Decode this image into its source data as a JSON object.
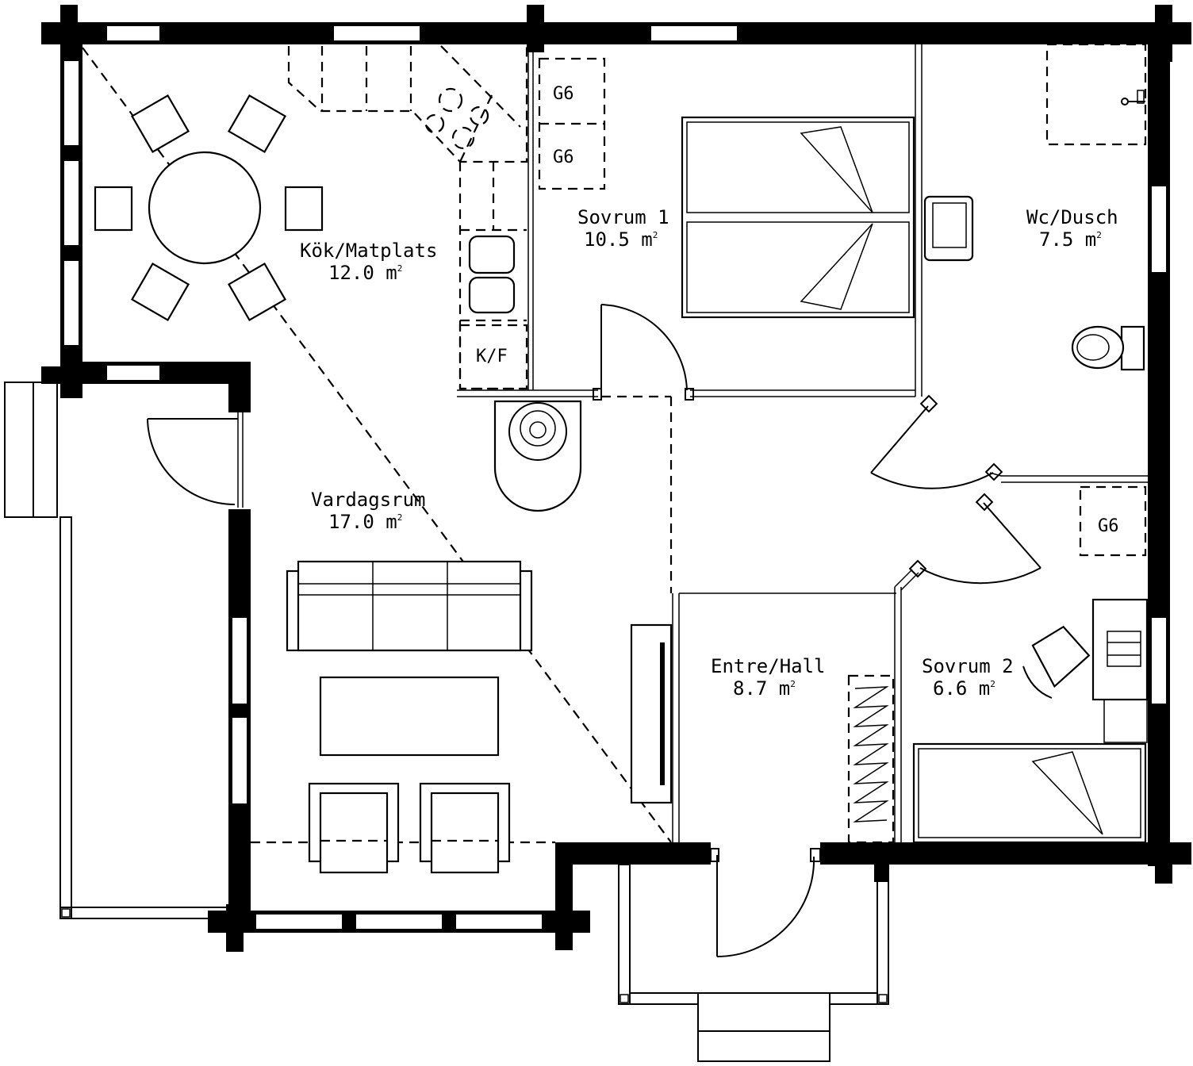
{
  "rooms": {
    "kok": {
      "name": "Kök/Matplats",
      "area": "12.0 m",
      "unit": "2"
    },
    "sovrum1": {
      "name": "Sovrum 1",
      "area": "10.5 m",
      "unit": "2"
    },
    "wc": {
      "name": "Wc/Dusch",
      "area": "7.5 m",
      "unit": "2"
    },
    "vardagsrum": {
      "name": "Vardagsrum",
      "area": "17.0 m",
      "unit": "2"
    },
    "entre": {
      "name": "Entre/Hall",
      "area": "8.7 m",
      "unit": "2"
    },
    "sovrum2": {
      "name": "Sovrum 2",
      "area": "6.6 m",
      "unit": "2"
    }
  },
  "tags": {
    "g6_a": "G6",
    "g6_b": "G6",
    "g6_c": "G6",
    "kf": "K/F"
  }
}
